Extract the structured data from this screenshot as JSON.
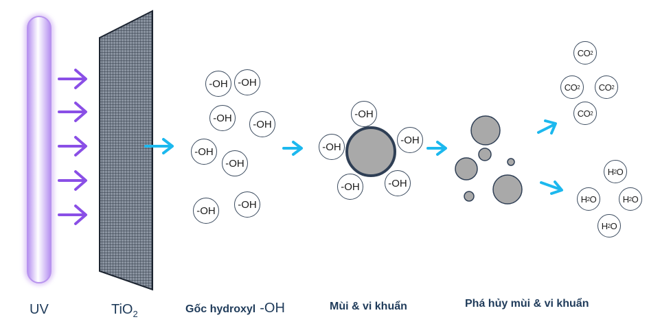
{
  "labels": {
    "uv": "UV",
    "tio2_main": "TiO",
    "tio2_sub": "2",
    "hydroxyl": "Gốc hydroxyl",
    "hydroxyl_formula": "-OH",
    "odor_bacteria": "Mùi & vi khuẩn",
    "destroy": "Phá hủy mùi & vi khuẩn"
  },
  "molecules": {
    "oh": "-OH",
    "co2_main": "CO",
    "co2_sub": "2",
    "h2o_h": "H",
    "h2o_sub": "2",
    "h2o_o": "O"
  },
  "colors": {
    "uv_lamp": "#c9a6f2",
    "uv_arrow": "#8a4fe6",
    "flow_arrow": "#1cb8ee",
    "filter_fill": "#7f8a99",
    "filter_grid": "#3a4452",
    "particle": "#a9a9a9",
    "text": "#1f3b5a"
  }
}
